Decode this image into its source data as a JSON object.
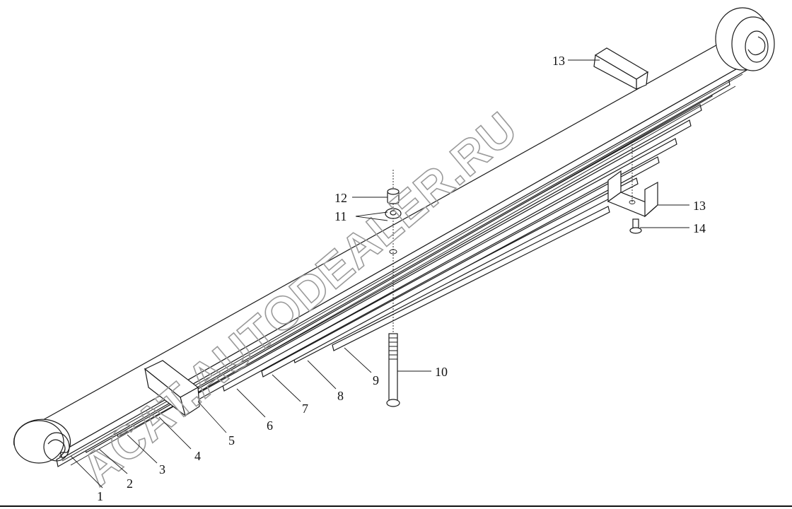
{
  "diagram": {
    "watermark": "ACAT.AUTODEALER.RU",
    "callouts": [
      {
        "id": "1",
        "label": "1"
      },
      {
        "id": "2",
        "label": "2"
      },
      {
        "id": "3",
        "label": "3"
      },
      {
        "id": "4",
        "label": "4"
      },
      {
        "id": "5",
        "label": "5"
      },
      {
        "id": "6",
        "label": "6"
      },
      {
        "id": "7",
        "label": "7"
      },
      {
        "id": "8",
        "label": "8"
      },
      {
        "id": "9",
        "label": "9"
      },
      {
        "id": "10",
        "label": "10"
      },
      {
        "id": "11",
        "label": "11"
      },
      {
        "id": "12",
        "label": "12"
      },
      {
        "id": "13a",
        "label": "13"
      },
      {
        "id": "13b",
        "label": "13"
      },
      {
        "id": "14",
        "label": "14"
      }
    ]
  }
}
